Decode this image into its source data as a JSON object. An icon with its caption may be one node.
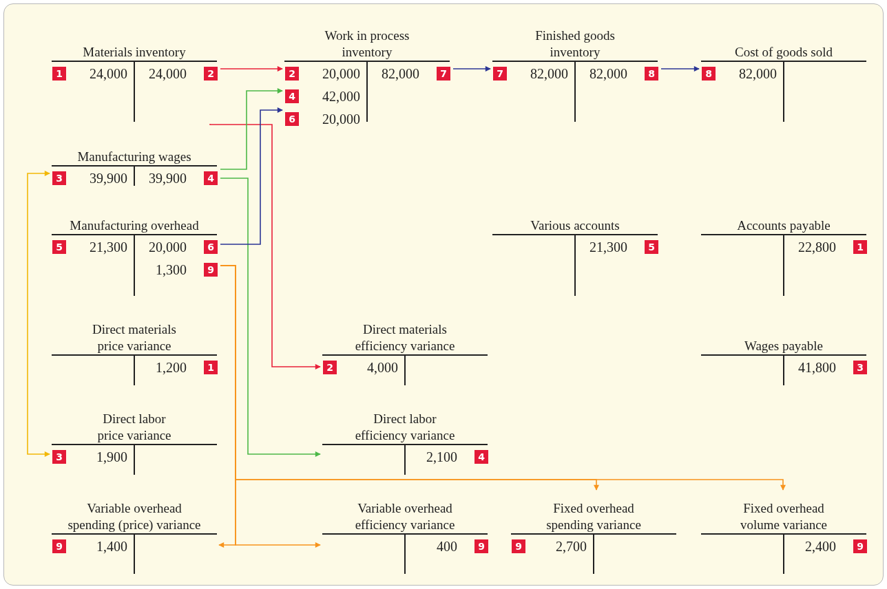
{
  "diagram": {
    "nodes": [
      {
        "text": [
          "Materials inventory",
          "1",
          "24,000",
          "24,000",
          "2"
        ]
      },
      {
        "text": [
          "Work in process inventory",
          "2",
          "20,000",
          "82,000",
          "7",
          "4",
          "42,000",
          "6",
          "20,000"
        ]
      },
      {
        "text": [
          "Finished goods inventory",
          "7",
          "82,000",
          "82,000",
          "8"
        ]
      },
      {
        "text": [
          "Cost of goods sold",
          "8",
          "82,000"
        ]
      },
      {
        "text": [
          "Manufacturing wages",
          "3",
          "39,900",
          "39,900",
          "4"
        ]
      },
      {
        "text": [
          "Manufacturing overhead",
          "5",
          "21,300",
          "20,000",
          "6",
          "1,300",
          "9"
        ]
      },
      {
        "text": [
          "Various accounts",
          "21,300",
          "5"
        ]
      },
      {
        "text": [
          "Accounts payable",
          "22,800",
          "1"
        ]
      },
      {
        "text": [
          "Direct materials price variance",
          "1,200",
          "1"
        ]
      },
      {
        "text": [
          "Direct materials efficiency variance",
          "2",
          "4,000"
        ]
      },
      {
        "text": [
          "Wages payable",
          "41,800",
          "3"
        ]
      },
      {
        "text": [
          "Direct labor price variance",
          "3",
          "1,900"
        ]
      },
      {
        "text": [
          "Direct labor efficiency variance",
          "2,100",
          "4"
        ]
      },
      {
        "text": [
          "Variable overhead spending (price) variance",
          "9",
          "1,400"
        ]
      },
      {
        "text": [
          "Variable overhead efficiency variance",
          "400",
          "9"
        ]
      },
      {
        "text": [
          "Fixed overhead spending variance",
          "9",
          "2,700"
        ]
      },
      {
        "text": [
          "Fixed overhead volume variance",
          "2,400",
          "9"
        ]
      }
    ],
    "edges": [
      {
        "from": 0,
        "to": 1,
        "arrow": "to",
        "color": "#e8203a"
      },
      {
        "from": 0,
        "to": 9,
        "arrow": "to",
        "color": "#e8203a"
      },
      {
        "from": 4,
        "to": 1,
        "arrow": "to",
        "color": "#4cb848"
      },
      {
        "from": 4,
        "to": 12,
        "arrow": "to",
        "color": "#4cb848"
      },
      {
        "from": 5,
        "to": 1,
        "arrow": "to",
        "color": "#2b3595"
      },
      {
        "from": 1,
        "to": 2,
        "arrow": "to",
        "color": "#2b3595"
      },
      {
        "from": 2,
        "to": 3,
        "arrow": "to",
        "color": "#2b3595"
      },
      {
        "from": 4,
        "to": 11,
        "arrow": "both",
        "color": "#f2b807"
      },
      {
        "from": 5,
        "to": 13,
        "arrow": "to",
        "color": "#f7941d"
      },
      {
        "from": 5,
        "to": 14,
        "arrow": "to",
        "color": "#f7941d"
      },
      {
        "from": 5,
        "to": 15,
        "arrow": "to",
        "color": "#f7941d"
      },
      {
        "from": 5,
        "to": 16,
        "arrow": "to",
        "color": "#f7941d"
      }
    ]
  }
}
